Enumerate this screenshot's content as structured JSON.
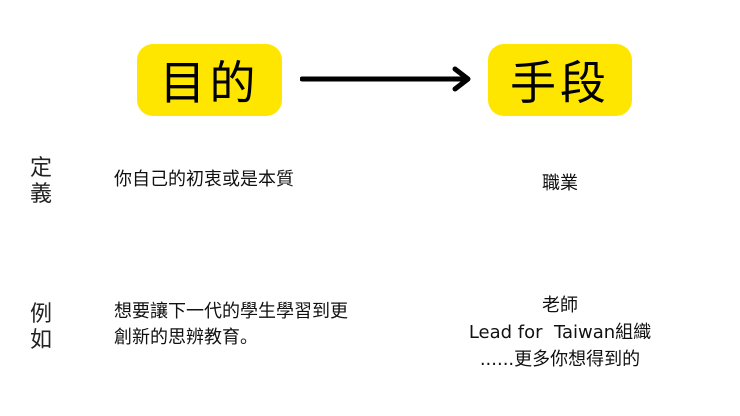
{
  "diagram": {
    "left_box": {
      "label": "目的",
      "color": "#ffe600"
    },
    "right_box": {
      "label": "手段",
      "color": "#ffe600"
    },
    "arrow": {
      "direction": "right",
      "from": "目的",
      "to": "手段"
    }
  },
  "rows": [
    {
      "label": "定義",
      "label_chars": [
        "定",
        "義"
      ],
      "left": [
        "你自己的初衷或是本質"
      ],
      "right": [
        "職業"
      ]
    },
    {
      "label": "例如",
      "label_chars": [
        "例",
        "如"
      ],
      "left": [
        "想要讓下一代的學生學習到更",
        "創新的思辨教育。"
      ],
      "right": [
        "老師",
        "Lead for  Taiwan組織",
        "......更多你想得到的"
      ]
    }
  ]
}
